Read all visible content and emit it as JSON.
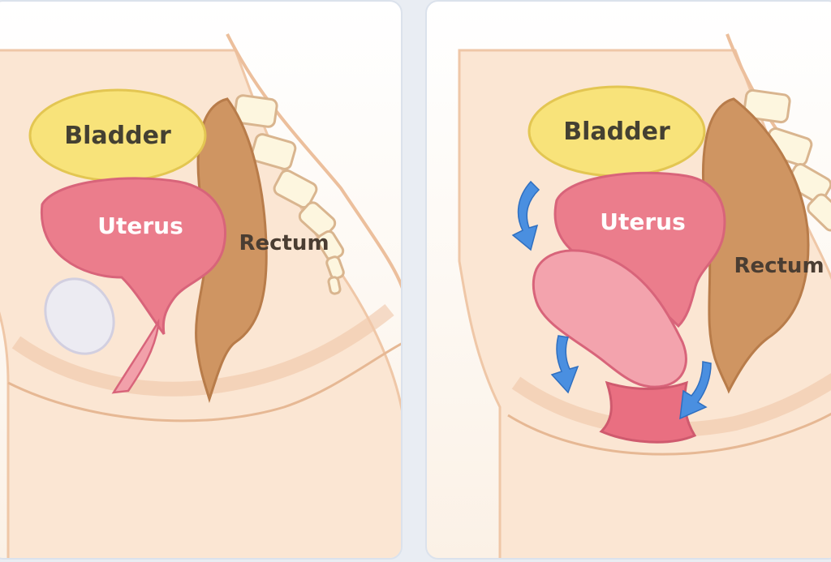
{
  "panels": [
    {
      "labels": {
        "bladder": "Bladder",
        "uterus": "Uterus",
        "rectum": "Rectum"
      }
    },
    {
      "labels": {
        "bladder": "Bladder",
        "uterus": "Uterus",
        "rectum": "Rectum"
      }
    }
  ],
  "colors": {
    "skin": "#fbe2cc",
    "skin_outline": "#e8b996",
    "bladder": "#f8e37a",
    "uterus": "#eb7d8c",
    "rectum": "#cf9562",
    "arrow": "#4a8fe0"
  },
  "arrows": {
    "icon": "down-arrow",
    "count": 3
  }
}
